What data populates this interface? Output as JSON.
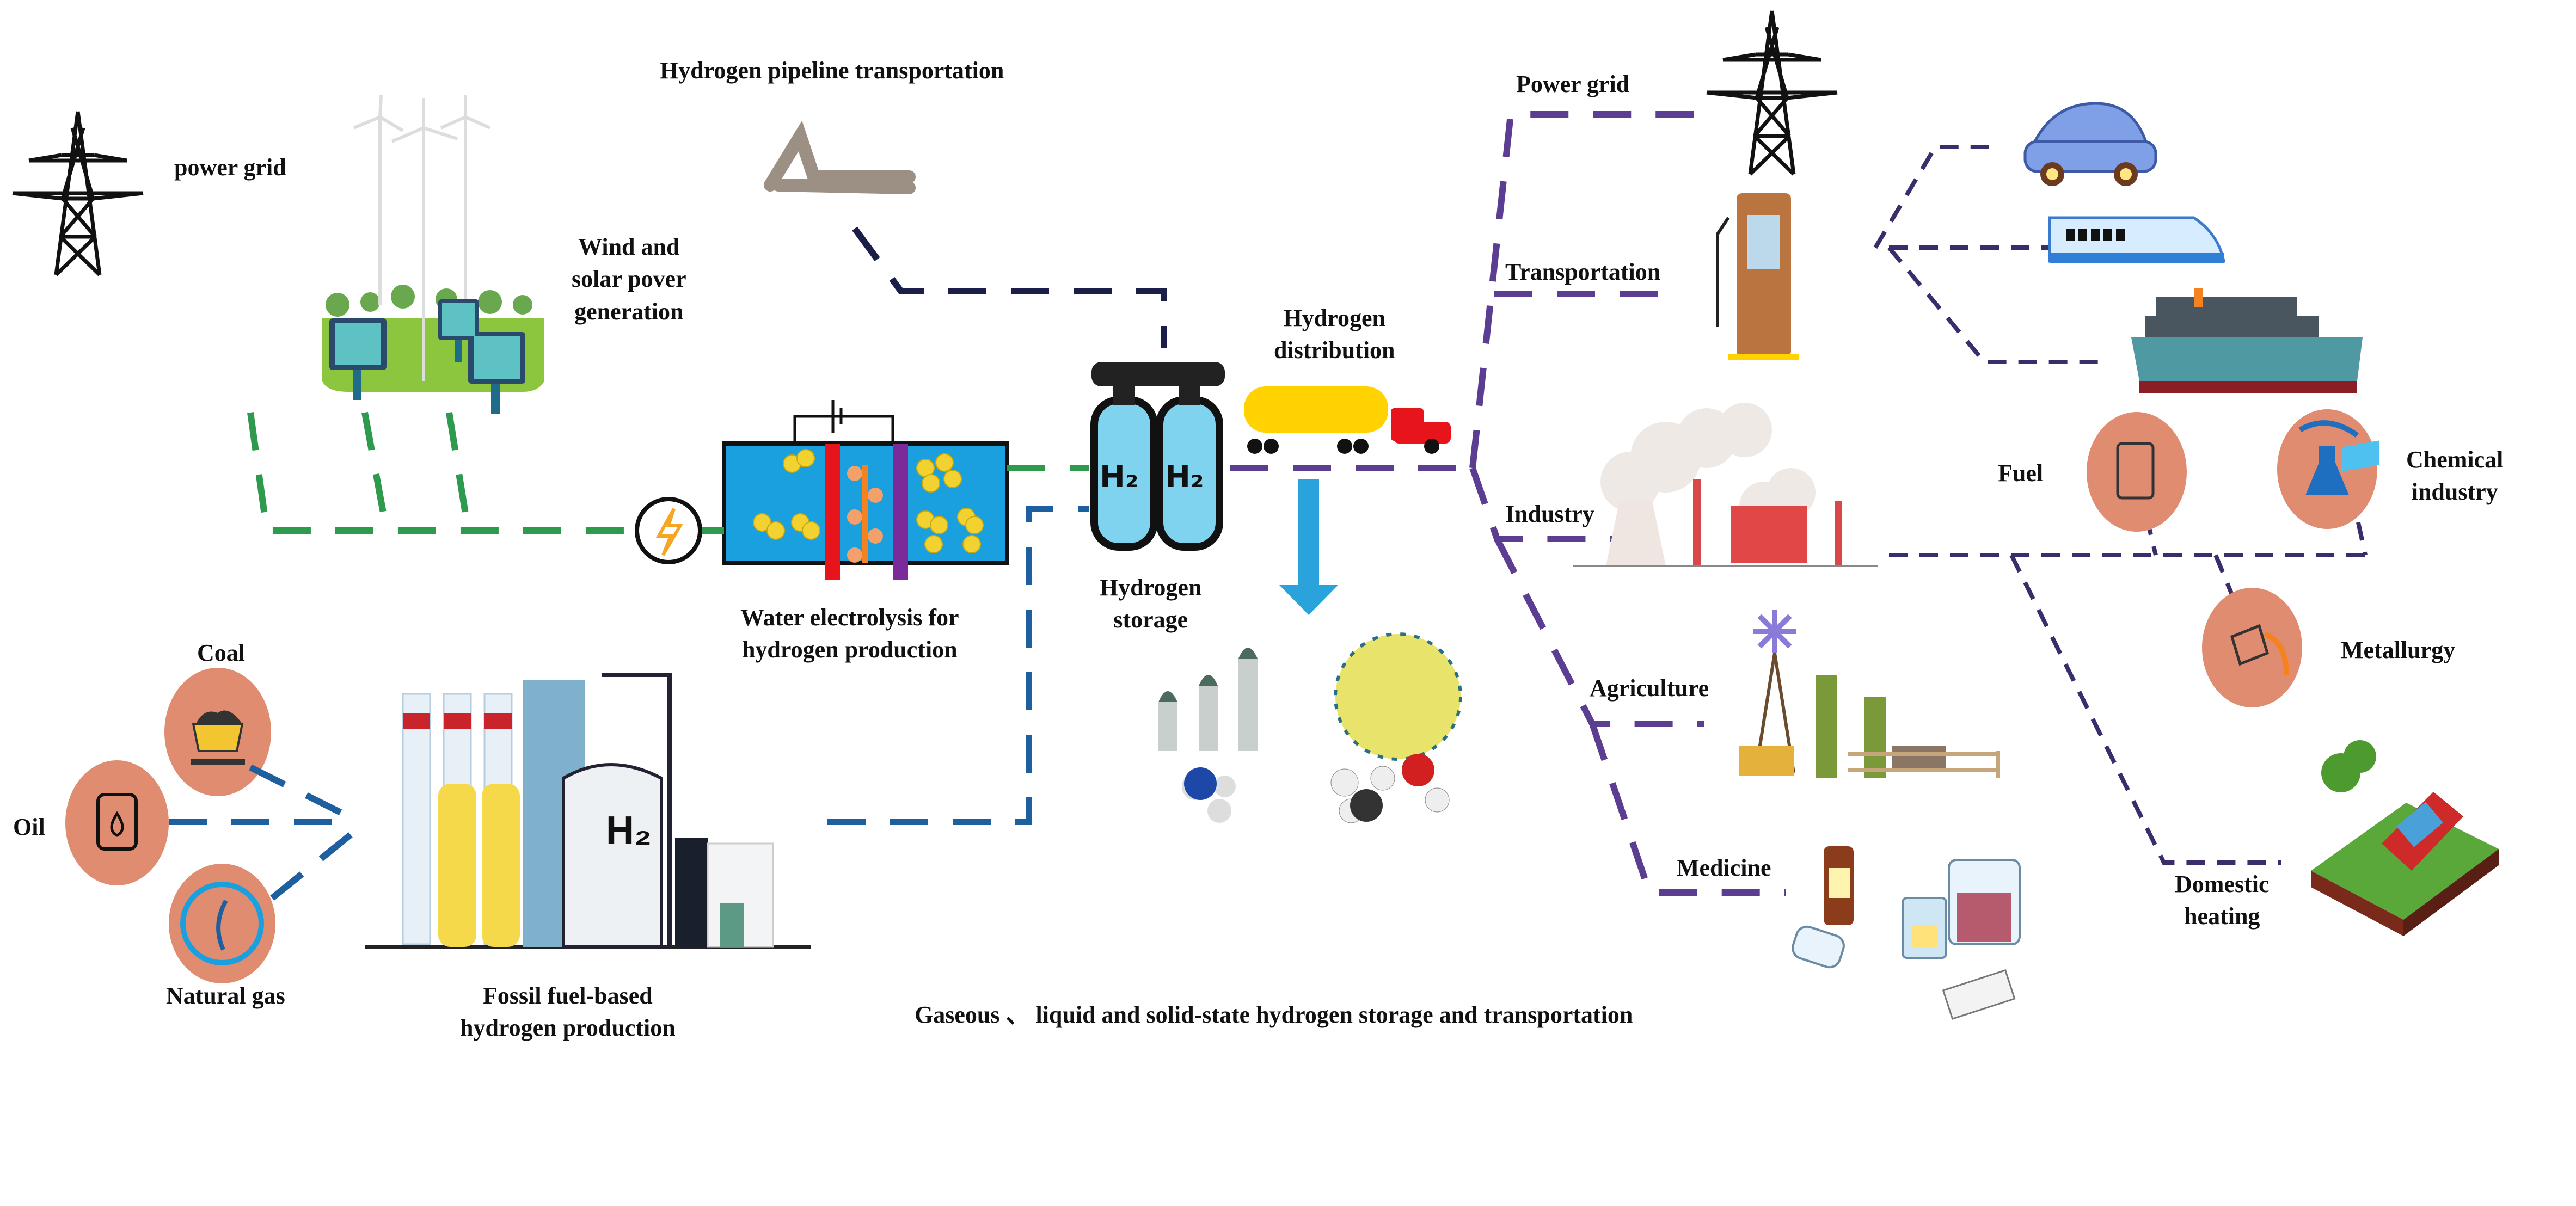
{
  "title": "Hydrogen energy chain: production, storage & distribution, applications",
  "production": {
    "power_grid": "power grid",
    "wind_solar": [
      "Wind and",
      "solar pover",
      "generation"
    ],
    "electrolysis": [
      "Water electrolysis for",
      "hydrogen production"
    ],
    "coal": "Coal",
    "oil": "Oil",
    "natural_gas": "Natural gas",
    "fossil": [
      "Fossil fuel-based",
      "hydrogen production"
    ],
    "fossil_plant_label": "H₂"
  },
  "midstream": {
    "pipeline": "Hydrogen pipeline transportation",
    "storage": [
      "Hydrogen",
      "storage"
    ],
    "distribution": [
      "Hydrogen",
      "distribution"
    ],
    "tank_label": "H₂",
    "storage_modes": "Gaseous 、 liquid and solid-state hydrogen storage and transportation"
  },
  "applications": {
    "power_grid": "Power grid",
    "transportation": "Transportation",
    "industry": "Industry",
    "agriculture": "Agriculture",
    "medicine": "Medicine",
    "fuel": "Fuel",
    "chemical": [
      "Chemical",
      "industry"
    ],
    "metallurgy": "Metallurgy",
    "domestic": [
      "Domestic",
      "heating"
    ]
  },
  "colors": {
    "green_line": "#2e9a4e",
    "blue_line": "#1e5fa0",
    "navy_line": "#1c1e4a",
    "purple_line": "#5b3d91",
    "dark_purple_line": "#3b2d6b",
    "arrow": "#2aa3dc",
    "badge": "#e08c70"
  }
}
